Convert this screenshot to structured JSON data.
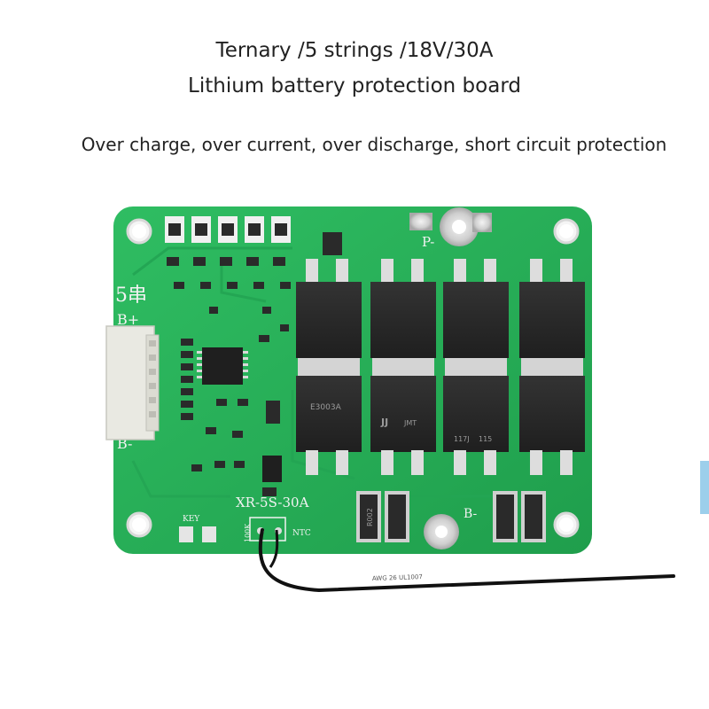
{
  "heading": {
    "line1": "Ternary /5 strings /18V/30A",
    "line2": "Lithium battery protection board",
    "features": "Over charge, over current, over discharge, short circuit protection"
  },
  "board": {
    "model": "XR-5S-30A",
    "cell_count_mark": "5串",
    "pad_b_plus": "B+",
    "pad_b_minus_left": "B-",
    "pad_p_minus": "P-",
    "pad_b_minus": "B-",
    "key_label": "KEY",
    "ntc_label": "NTC",
    "resistor_label": "100K",
    "shunt_resistor_marking": "R002",
    "mosfet_marking_brand": "JJ",
    "mosfet_marking_part": "E3003A",
    "mosfet_marking_batch": "117J",
    "mosfet_marking_code": "115",
    "mosfet_marking_maker": "JMT",
    "wire_marking": "AWG 26 UL1007"
  },
  "colors": {
    "pcb_green": "#27b35a",
    "pcb_dark": "#1d9a4a",
    "silkscreen": "#f2f2f2",
    "connector": "#e9e9e2",
    "mosfet": "#2b2b2b",
    "wire": "#111111"
  }
}
